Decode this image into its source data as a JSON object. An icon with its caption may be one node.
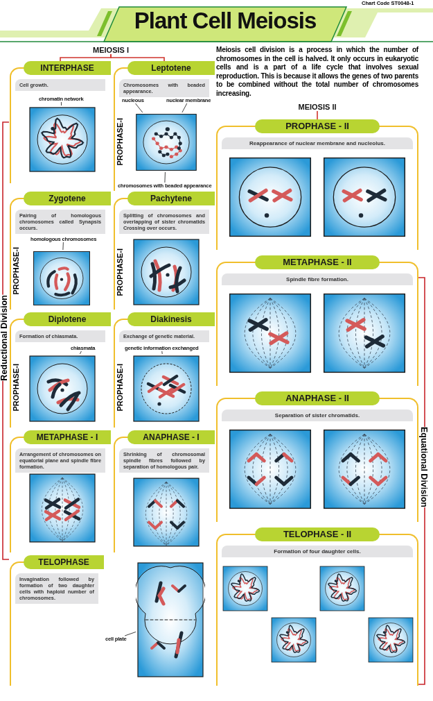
{
  "diagram": {
    "title": "Plant Cell Meiosis",
    "nodes": [
      {
        "text": [
          "MEIOSIS I"
        ]
      },
      {
        "text": [
          "INTERPHASE",
          "Cell growth."
        ]
      },
      {
        "text": [],
        "shape": "picture",
        "in": 1
      },
      {
        "text": [
          "chromatin network"
        ],
        "in": 1
      },
      {
        "text": [
          "Leptotene",
          "Chromosomes with beaded appearance."
        ]
      },
      {
        "text": [],
        "shape": "picture",
        "in": 4
      },
      {
        "text": [
          "nucleous"
        ],
        "in": 4
      },
      {
        "text": [
          "nuclear membrane"
        ],
        "in": 4
      },
      {
        "text": [
          "chromosomes with beaded appearance"
        ],
        "in": 4
      },
      {
        "text": [
          "Zygotene",
          "Pairing of homologous chromosomes called Synapsis occurs."
        ]
      },
      {
        "text": [],
        "shape": "picture",
        "in": 9
      },
      {
        "text": [
          "homologous chromosomes"
        ],
        "in": 9
      },
      {
        "text": [
          "Pachytene",
          "Splitting of chromosomes and overlapping of sister chromatids Crossing over occurs."
        ]
      },
      {
        "text": [],
        "shape": "picture",
        "in": 12
      },
      {
        "text": [
          "Diplotene",
          "Formation of chiasmata."
        ]
      },
      {
        "text": [],
        "shape": "picture",
        "in": 14
      },
      {
        "text": [
          "chiasmata"
        ],
        "in": 14
      },
      {
        "text": [
          "Diakinesis",
          "Exchange of genetic material."
        ]
      },
      {
        "text": [],
        "shape": "picture",
        "in": 17
      },
      {
        "text": [
          "genetic information exchanged"
        ],
        "in": 17
      },
      {
        "text": [
          "METAPHASE - I",
          "Arrangement of chromosomes on equatorial plane and spindle fibre formation."
        ]
      },
      {
        "text": [],
        "shape": "picture",
        "in": 20
      },
      {
        "text": [
          "ANAPHASE - I",
          "Shrinking of chromosomal spindle fibres followed by separation of homologous pair."
        ]
      },
      {
        "text": [],
        "shape": "picture",
        "in": 22
      },
      {
        "text": [
          "TELOPHASE",
          "Invagination followed by formation of two daughter cells with haploid number of chromosomes."
        ]
      },
      {
        "text": [],
        "shape": "picture"
      },
      {
        "text": [
          "cell plate"
        ]
      },
      {
        "text": [
          "MEIOSIS II"
        ]
      },
      {
        "text": [
          "PROPHASE - II",
          "Reappearance of nuclear membrane and nucleolus."
        ]
      },
      {
        "text": [],
        "shape": "picture",
        "in": 28
      },
      {
        "text": [],
        "shape": "picture",
        "in": 28
      },
      {
        "text": [
          "METAPHASE - II",
          "Spindle fibre formation."
        ]
      },
      {
        "text": [],
        "shape": "picture",
        "in": 31
      },
      {
        "text": [],
        "shape": "picture",
        "in": 31
      },
      {
        "text": [
          "ANAPHASE - II",
          "Separation of sister chromatids."
        ]
      },
      {
        "text": [],
        "shape": "picture",
        "in": 34
      },
      {
        "text": [],
        "shape": "picture",
        "in": 34
      },
      {
        "text": [
          "TELOPHASE - II",
          "Formation of four daughter cells."
        ]
      },
      {
        "text": [],
        "shape": "picture",
        "in": 37
      },
      {
        "text": [],
        "shape": "picture",
        "in": 37
      },
      {
        "text": [],
        "shape": "picture",
        "in": 37
      },
      {
        "text": [],
        "shape": "picture",
        "in": 37
      }
    ],
    "edges": [
      {
        "from": 0,
        "to": 1,
        "arrow": "none",
        "color": "#d0342c"
      },
      {
        "from": 0,
        "to": 4,
        "arrow": "none",
        "color": "#d0342c"
      },
      {
        "from": 3,
        "to": 2,
        "arrow": "none"
      },
      {
        "from": 6,
        "to": 5,
        "arrow": "none"
      },
      {
        "from": 7,
        "to": 5,
        "arrow": "none"
      },
      {
        "from": 8,
        "to": 5,
        "arrow": "none"
      },
      {
        "from": 11,
        "to": 10,
        "arrow": "none"
      },
      {
        "from": 16,
        "to": 15,
        "arrow": "none"
      },
      {
        "from": 19,
        "to": 18,
        "arrow": "none"
      },
      {
        "from": 26,
        "to": 25,
        "arrow": "none"
      },
      {
        "from": 27,
        "to": 28,
        "arrow": "none",
        "color": "#d0342c"
      }
    ],
    "labels": [
      "Chart Code ST0048-1",
      "Meiosis cell division is a process in which the number of chromosomes in the cell is halved. It only occurs in eukaryotic cells and is a part of a life cycle that involves sexual reproduction. This is because it allows the genes of two parents to be combined without the total number of chromosomes increasing.",
      "PROPHASE-I",
      "PROPHASE-I",
      "PROPHASE-I",
      "PROPHASE-I",
      "PROPHASE-I",
      "Reductional Division",
      "Equational Division"
    ]
  }
}
